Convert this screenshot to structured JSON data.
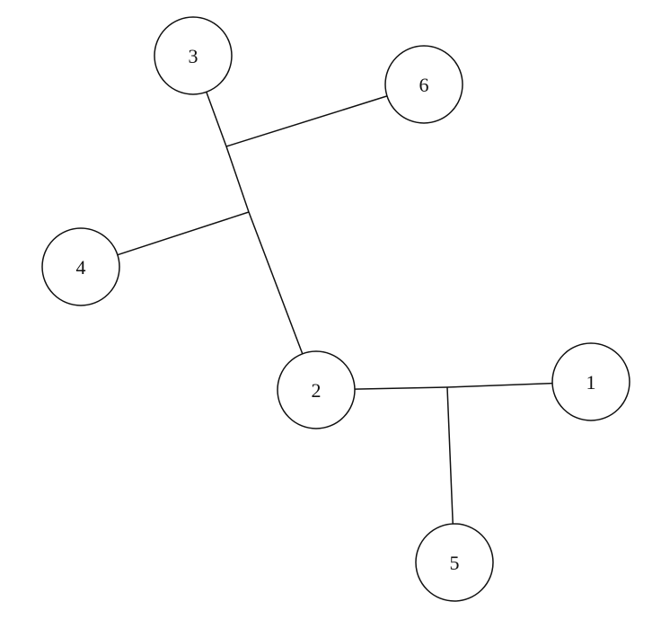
{
  "diagram": {
    "nodes": [
      {
        "id": "3",
        "label": "3"
      },
      {
        "id": "6",
        "label": "6"
      },
      {
        "id": "4",
        "label": "4"
      },
      {
        "id": "2",
        "label": "2"
      },
      {
        "id": "1",
        "label": "1"
      },
      {
        "id": "5",
        "label": "5"
      }
    ],
    "edges": [
      {
        "from": "3",
        "to": "junction-a"
      },
      {
        "from": "junction-a",
        "to": "6"
      },
      {
        "from": "junction-a",
        "to": "junction-b"
      },
      {
        "from": "junction-b",
        "to": "4"
      },
      {
        "from": "junction-b",
        "to": "2"
      },
      {
        "from": "2",
        "to": "junction-c"
      },
      {
        "from": "junction-c",
        "to": "1"
      },
      {
        "from": "junction-c",
        "to": "5"
      }
    ],
    "colors": {
      "stroke": "#111111",
      "background": "#ffffff"
    }
  }
}
